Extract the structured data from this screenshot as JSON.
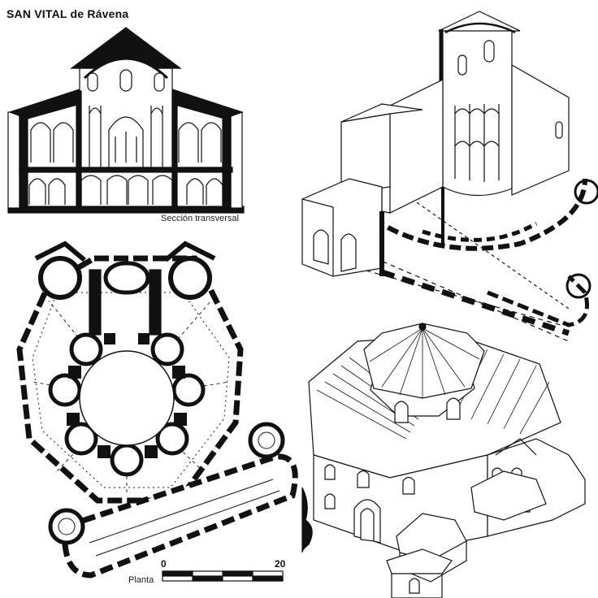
{
  "title": "SAN VITAL de Rávena",
  "captions": {
    "section": "Sección transversal",
    "plan": "Planta"
  },
  "scale": {
    "start": "0",
    "end": "20"
  },
  "colors": {
    "ink": "#111111",
    "paper": "#ffffff"
  }
}
